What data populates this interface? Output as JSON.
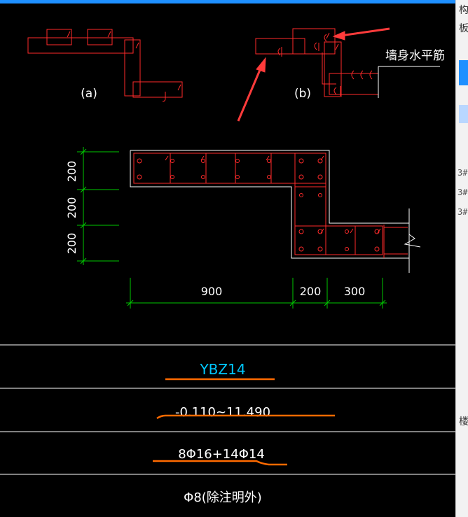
{
  "diagram": {
    "label_a": "(a)",
    "label_b": "(b)",
    "wall_horizontal_bars_label": "墙身水平筋",
    "dimensions": {
      "vertical": [
        "200",
        "200",
        "200"
      ],
      "horizontal": [
        "900",
        "200",
        "300"
      ]
    }
  },
  "table": {
    "name": "YBZ14",
    "elevation": "-0.110~11.490",
    "longitudinal_rebar": "8Φ16+14Φ14",
    "stirrup": "Φ8(除注明外)"
  },
  "right_panel": {
    "chars": [
      "构",
      "板",
      "楼"
    ],
    "hash_marks": [
      "3#",
      "3#",
      "3#"
    ]
  },
  "colors": {
    "background": "#000000",
    "rebar": "#ff2a2a",
    "dimension": "#00c800",
    "text": "#ffffff",
    "title_text": "#00c8ff",
    "annotation": "#ff6a00",
    "arrow": "#ff3b3b"
  }
}
